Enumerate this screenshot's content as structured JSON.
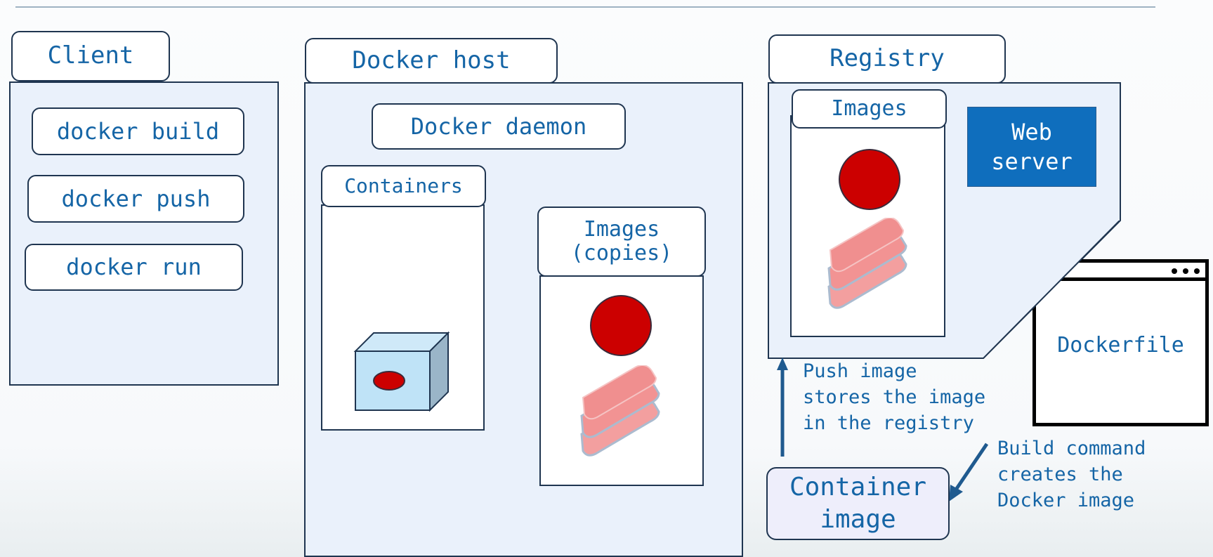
{
  "diagram": {
    "client": {
      "title": "Client",
      "commands": [
        "docker build",
        "docker push",
        "docker run"
      ]
    },
    "docker_host": {
      "title": "Docker host",
      "daemon": "Docker daemon",
      "containers": {
        "title": "Containers"
      },
      "images": {
        "title_line1": "Images",
        "title_line2": "(copies)"
      }
    },
    "registry": {
      "title": "Registry",
      "images": {
        "title": "Images"
      },
      "web_server": {
        "line1": "Web",
        "line2": "server"
      }
    },
    "dockerfile": {
      "label": "Dockerfile"
    },
    "container_image": {
      "line1": "Container",
      "line2": "image"
    },
    "annotations": {
      "push": "Push image\nstores the image\nin the registry",
      "build": "Build command\ncreates the\nDocker image"
    },
    "colors": {
      "text": "#1565a6",
      "panel": "#eaf1fb",
      "border": "#1f3550",
      "image_red": "#cc0000",
      "web_server": "#0f6ebd",
      "container_cube": "#bfe3f7"
    }
  }
}
